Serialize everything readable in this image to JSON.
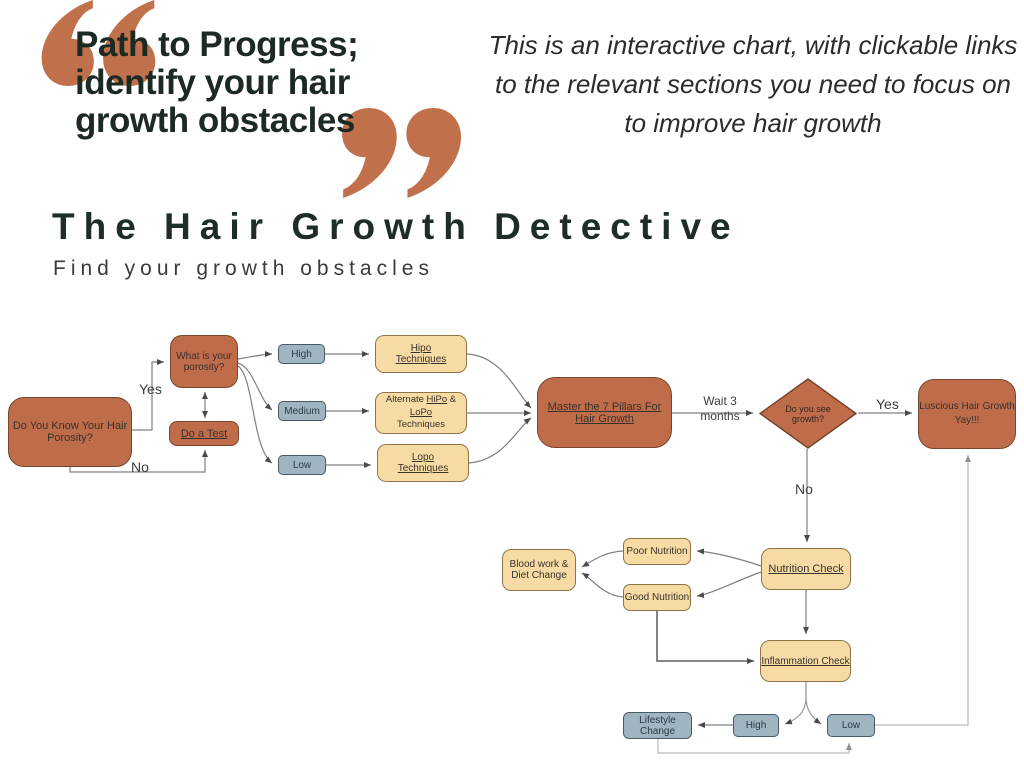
{
  "header": {
    "quote_lines": [
      "Path to Progress;",
      "identify your hair",
      "growth obstacles"
    ],
    "intro": "This is an interactive chart, with clickable links to the relevant sections you need to focus on to improve hair growth",
    "title": "The Hair Growth Detective",
    "subtitle": "Find your growth obstacles"
  },
  "colors": {
    "accent_orange": "#c0714c",
    "node_orange": "#bf6c4b",
    "node_cream": "#f7dba4",
    "node_blue": "#9fb5c1",
    "heading_ink": "#1d2a24"
  },
  "flowchart": {
    "nodes": {
      "do_you_know": "Do You Know Your Hair Porosity?",
      "porosity_line1": "What is your",
      "porosity_line2": "porosity?",
      "do_a_test": "Do a Test",
      "high_porosity": "High",
      "medium_porosity": "Medium",
      "low_porosity": "Low",
      "hipo": "Hipo Techniques",
      "alt_prefix": "Alternate ",
      "alt_hipo_link": "HiPo",
      "alt_amp": " &",
      "alt_lopo_link": "LoPo",
      "alt_suffix": "Techniques",
      "lopo": "Lopo Techniques",
      "master": "Master  the 7 Pillars For Hair Growth",
      "see_growth": "Do you see growth?",
      "luscious_line1": "Luscious Hair Growth",
      "luscious_line2": "Yay!!!",
      "nutrition_check": "Nutrition Check",
      "poor_nutrition": "Poor Nutrition",
      "good_nutrition": "Good Nutrition",
      "bloodwork": "Blood work & Diet Change",
      "inflammation_check": "Inflammation Check",
      "lifestyle_change": "Lifestyle Change",
      "high_inflammation": "High",
      "low_inflammation": "Low"
    },
    "labels": {
      "yes_porosity": "Yes",
      "no_porosity": "No",
      "wait": "Wait 3 months",
      "yes_growth": "Yes",
      "no_growth": "No"
    }
  }
}
